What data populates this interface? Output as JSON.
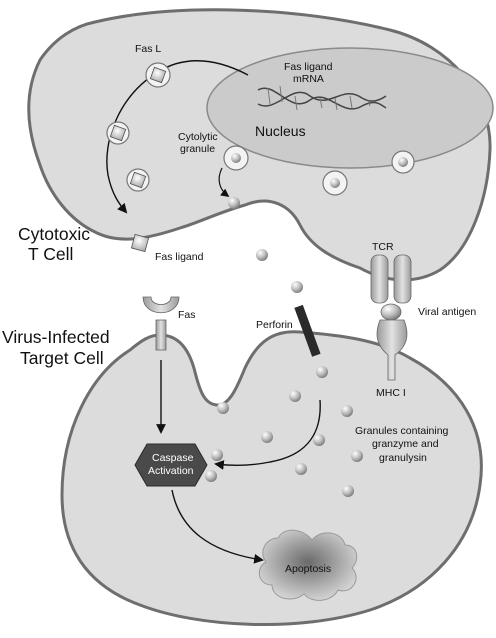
{
  "labels": {
    "cytotoxic_line1": "Cytotoxic",
    "cytotoxic_line2": "T Cell",
    "target_line1": "Virus-Infected",
    "target_line2": "Target Cell",
    "nucleus": "Nucleus",
    "fas_l": "Fas L",
    "fas_ligand_mrna_line1": "Fas ligand",
    "fas_ligand_mrna_line2": "mRNA",
    "cytolytic_line1": "Cytolytic",
    "cytolytic_line2": "granule",
    "fas_ligand": "Fas ligand",
    "fas": "Fas",
    "perforin": "Perforin",
    "tcr": "TCR",
    "viral_antigen": "Viral antigen",
    "mhc": "MHC I",
    "granules_line1": "Granules containing",
    "granules_line2": "granzyme and",
    "granules_line3": "granulysin",
    "caspase_line1": "Caspase",
    "caspase_line2": "Activation",
    "apoptosis": "Apoptosis"
  },
  "colors": {
    "cell_fill": "#dcdcdc",
    "cell_stroke": "#6e6e6e",
    "nucleus_fill": "#cbcbcb",
    "caspase_fill": "#4a4a4a",
    "perforin_fill": "#2a2a2a"
  }
}
